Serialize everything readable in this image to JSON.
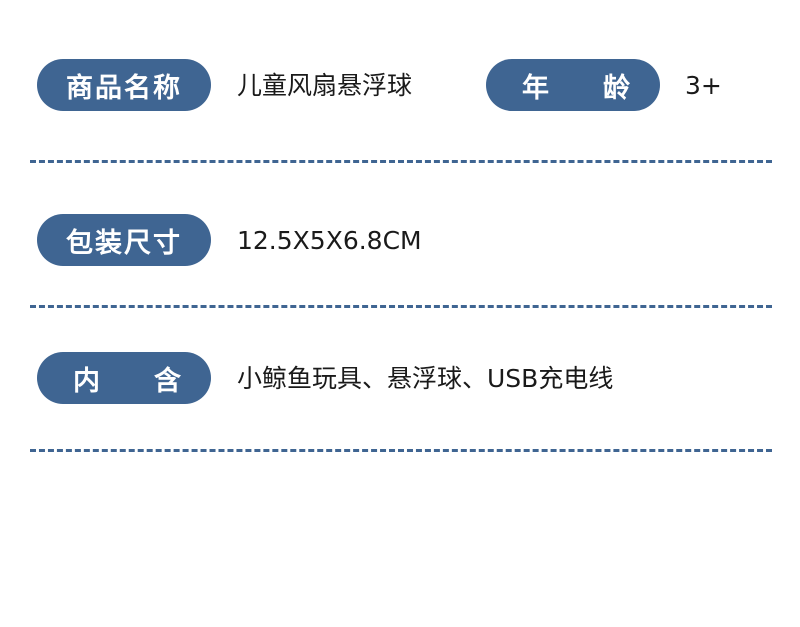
{
  "rows": [
    {
      "label": "商品名称",
      "value": "儿童风扇悬浮球",
      "second_label_chars": [
        "年",
        "龄"
      ],
      "second_value": "3+"
    },
    {
      "label": "包装尺寸",
      "value": "12.5X5X6.8CM"
    },
    {
      "label_chars": [
        "内",
        "含"
      ],
      "value": "小鲸鱼玩具、悬浮球、USB充电线"
    }
  ],
  "colors": {
    "accent": "#3f6592",
    "text": "#1a1a1a",
    "background": "#ffffff"
  }
}
